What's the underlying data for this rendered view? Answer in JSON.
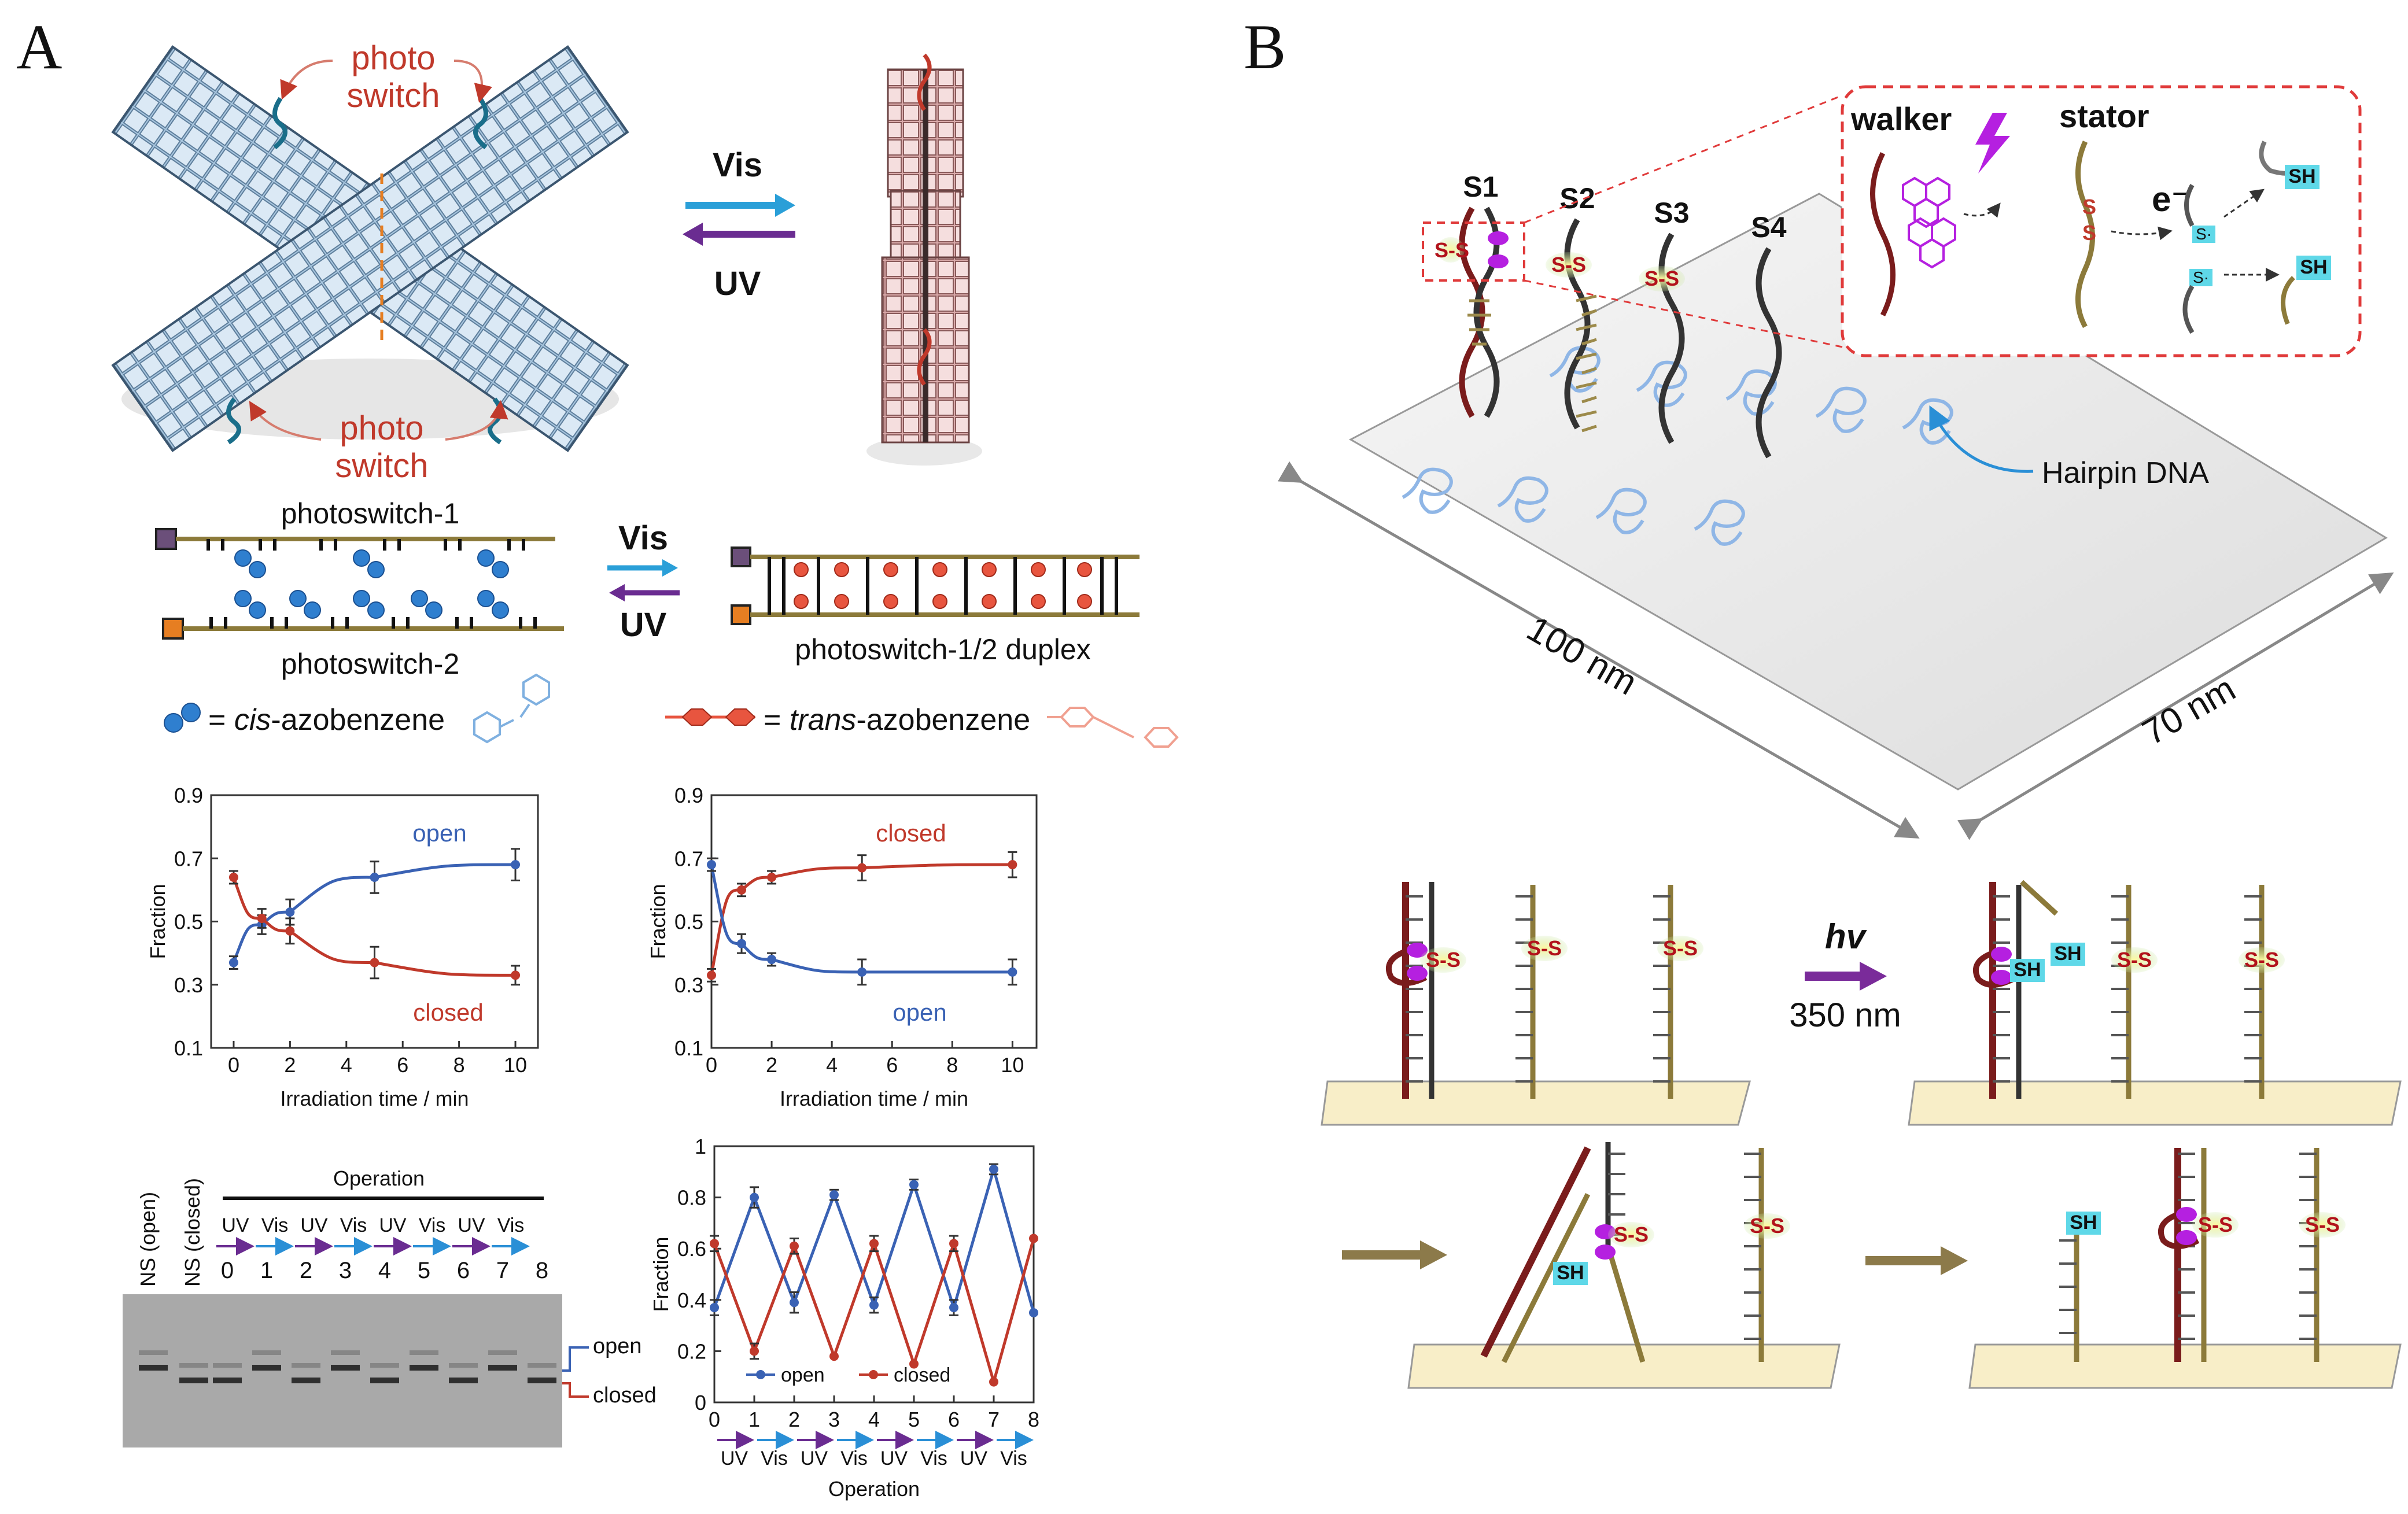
{
  "panelA": {
    "letter": "A",
    "photo_switch_top": [
      "photo",
      "switch"
    ],
    "photo_switch_bottom": [
      "photo",
      "switch"
    ],
    "vis": "Vis",
    "uv": "UV",
    "photoswitch1": "photoswitch-1",
    "photoswitch2": "photoswitch-2",
    "duplex": "photoswitch-1/2 duplex",
    "vis2": "Vis",
    "uv2": "UV",
    "cis_prefix": "= ",
    "cis_italic": "cis",
    "cis_suffix": "-azobenzene",
    "trans_prefix": "= ",
    "trans_italic": "trans",
    "trans_suffix": "-azobenzene",
    "gel": {
      "operation_title": "Operation",
      "lane_ns_open": "NS (open)",
      "lane_ns_closed": "NS (closed)",
      "uv": "UV",
      "vis": "Vis",
      "numbers": [
        "0",
        "1",
        "2",
        "3",
        "4",
        "5",
        "6",
        "7",
        "8"
      ],
      "open_label": "open",
      "closed_label": "closed"
    }
  },
  "panelB": {
    "letter": "B",
    "s1": "S1",
    "s2": "S2",
    "s3": "S3",
    "s4": "S4",
    "ss": "S-S",
    "sh": "SH",
    "s_dot": "S·",
    "walker": "walker",
    "stator": "stator",
    "electron": "e⁻",
    "hairpin": "Hairpin DNA",
    "dim_100": "100 nm",
    "dim_70": "70 nm",
    "hv": "hv",
    "nm350": "350 nm"
  },
  "chart_data": [
    {
      "type": "line",
      "ylabel": "Fraction",
      "xlabel": "Irradiation time / min",
      "xlim": [
        -0.8,
        10.8
      ],
      "ylim": [
        0.1,
        0.9
      ],
      "xticks": [
        0,
        2,
        4,
        6,
        8,
        10
      ],
      "yticks": [
        0.1,
        0.3,
        0.5,
        0.7,
        0.9
      ],
      "x": [
        0,
        1,
        2,
        5,
        10
      ],
      "series": [
        {
          "name": "open",
          "color": "#3a62b4",
          "values": [
            0.37,
            0.49,
            0.53,
            0.64,
            0.68
          ],
          "err": [
            0.02,
            0.03,
            0.04,
            0.05,
            0.05
          ]
        },
        {
          "name": "closed",
          "color": "#c0392b",
          "values": [
            0.64,
            0.51,
            0.47,
            0.37,
            0.33
          ],
          "err": [
            0.02,
            0.03,
            0.04,
            0.05,
            0.03
          ]
        }
      ]
    },
    {
      "type": "line",
      "ylabel": "Fraction",
      "xlabel": "Irradiation time / min",
      "xlim": [
        0,
        10.8
      ],
      "ylim": [
        0.1,
        0.9
      ],
      "xticks": [
        0,
        2,
        4,
        6,
        8,
        10
      ],
      "yticks": [
        0.1,
        0.3,
        0.5,
        0.7,
        0.9
      ],
      "x": [
        0,
        1,
        2,
        5,
        10
      ],
      "series": [
        {
          "name": "closed",
          "color": "#c0392b",
          "values": [
            0.33,
            0.6,
            0.64,
            0.67,
            0.68
          ],
          "err": [
            0.02,
            0.02,
            0.02,
            0.04,
            0.04
          ]
        },
        {
          "name": "open",
          "color": "#3a62b4",
          "values": [
            0.68,
            0.43,
            0.38,
            0.34,
            0.34
          ],
          "err": [
            0.02,
            0.03,
            0.02,
            0.04,
            0.04
          ]
        }
      ]
    },
    {
      "type": "line",
      "ylabel": "Fraction",
      "xlabel": "Operation",
      "xlim": [
        0,
        8
      ],
      "ylim": [
        0,
        1
      ],
      "xticks": [
        0,
        1,
        2,
        3,
        4,
        5,
        6,
        7,
        8
      ],
      "yticks": [
        0,
        0.2,
        0.4,
        0.6,
        0.8,
        1
      ],
      "ytick_labels": [
        "0",
        "0.2",
        "0.4",
        "0.6",
        "0.8",
        "1"
      ],
      "op_labels": [
        "UV",
        "Vis",
        "UV",
        "Vis",
        "UV",
        "Vis",
        "UV",
        "Vis"
      ],
      "x": [
        0,
        1,
        2,
        3,
        4,
        5,
        6,
        7,
        8
      ],
      "series": [
        {
          "name": "open",
          "color": "#3a62b4",
          "values": [
            0.37,
            0.8,
            0.39,
            0.81,
            0.38,
            0.85,
            0.37,
            0.91,
            0.35
          ],
          "err": [
            0.03,
            0.04,
            0.04,
            0.02,
            0.03,
            0.02,
            0.03,
            0.02,
            0
          ]
        },
        {
          "name": "closed",
          "color": "#c0392b",
          "values": [
            0.62,
            0.2,
            0.61,
            0.18,
            0.62,
            0.15,
            0.62,
            0.08,
            0.64
          ],
          "err": [
            0.03,
            0.03,
            0.03,
            0,
            0.03,
            0,
            0.03,
            0,
            0
          ]
        }
      ]
    }
  ]
}
